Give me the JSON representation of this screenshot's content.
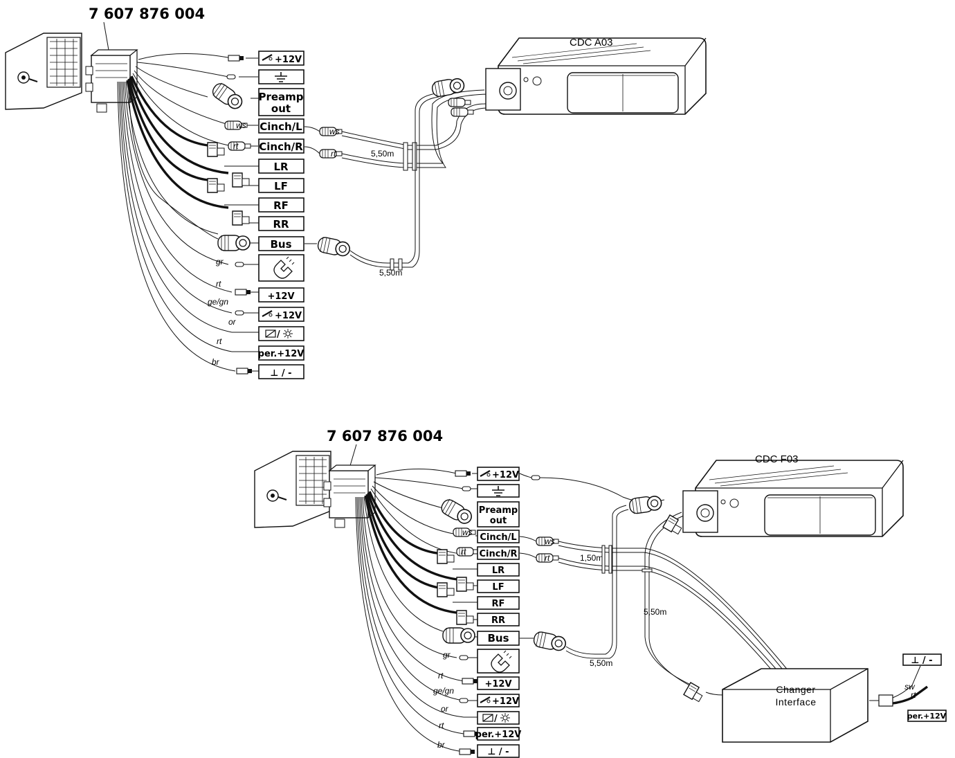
{
  "diagram_a": {
    "part_number": "7 607 876 004",
    "device_label": "CDC A03",
    "labels": {
      "ign_12v": "+12V",
      "preamp_line1": "Preamp",
      "preamp_line2": "out",
      "cinch_l": "Cinch/L",
      "cinch_r": "Cinch/R",
      "lr": "LR",
      "lf": "LF",
      "rf": "RF",
      "rr": "RR",
      "bus": "Bus",
      "plus_12v": "+12V",
      "ign_12v_2": "+12V",
      "per_12v": "per.+12V",
      "ground_minus": "⊥ / -"
    },
    "wire_colors": {
      "ws_l": "ws",
      "rt_r": "rt",
      "gr": "gr",
      "rt": "rt",
      "gegn": "ge/gn",
      "or": "or",
      "rt2": "rt",
      "br": "br"
    },
    "lengths": {
      "cinch": "5,50m",
      "bus": "5,50m"
    }
  },
  "diagram_b": {
    "part_number": "7 607 876 004",
    "device_label": "CDC F03",
    "interface_line1": "Changer",
    "interface_line2": "Interface",
    "labels": {
      "ign_12v": "+12V",
      "preamp_line1": "Preamp",
      "preamp_line2": "out",
      "cinch_l": "Cinch/L",
      "cinch_r": "Cinch/R",
      "lr": "LR",
      "lf": "LF",
      "rf": "RF",
      "rr": "RR",
      "bus": "Bus",
      "plus_12v": "+12V",
      "ign_12v_2": "+12V",
      "per_12v": "per.+12V",
      "ground_minus": "⊥ / -",
      "iface_ground": "⊥ / -",
      "iface_per": "per.+12V"
    },
    "wire_colors": {
      "ws_l": "ws",
      "rt_r": "rt",
      "gr": "gr",
      "rt": "rt",
      "gegn": "ge/gn",
      "or": "or",
      "rt2": "rt",
      "br": "br",
      "sw": "sw",
      "rt_iface": "rt"
    },
    "lengths": {
      "cinch": "1,50m",
      "bus": "5,50m",
      "iface": "5,50m"
    }
  }
}
